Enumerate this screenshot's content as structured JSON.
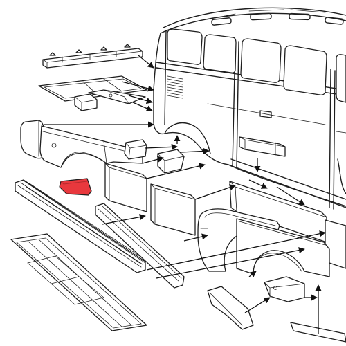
{
  "figure": {
    "kind": "exploded parts diagram",
    "background": "#ffffff",
    "line_color": "#1e1e1e",
    "highlight_color": "#e8383d"
  },
  "parts": [
    {
      "id": "roof-rail-channel",
      "highlighted": false
    },
    {
      "id": "inner-floor-panel",
      "highlighted": false
    },
    {
      "id": "jack-point-bracket",
      "highlighted": false
    },
    {
      "id": "front-corner-cap",
      "highlighted": false
    },
    {
      "id": "rear-quarter-panel",
      "highlighted": false
    },
    {
      "id": "wheel-arch-brace-left",
      "highlighted": false
    },
    {
      "id": "wheel-arch-brace-right",
      "highlighted": false
    },
    {
      "id": "lower-side-section-1",
      "highlighted": false
    },
    {
      "id": "lower-side-section-2",
      "highlighted": false
    },
    {
      "id": "lower-side-section-3",
      "highlighted": false
    },
    {
      "id": "lower-side-section-4",
      "highlighted": false
    },
    {
      "id": "repair-patch",
      "highlighted": true
    },
    {
      "id": "rocker-panel",
      "highlighted": false
    },
    {
      "id": "sill-strip",
      "highlighted": false
    },
    {
      "id": "cargo-floor-pan",
      "highlighted": false
    },
    {
      "id": "rear-wheel-housing",
      "highlighted": false
    },
    {
      "id": "door-step-box",
      "highlighted": false
    },
    {
      "id": "outrigger-bracket",
      "highlighted": false
    },
    {
      "id": "rear-corner-section",
      "highlighted": false
    },
    {
      "id": "rear-lower-strip",
      "highlighted": false
    }
  ]
}
